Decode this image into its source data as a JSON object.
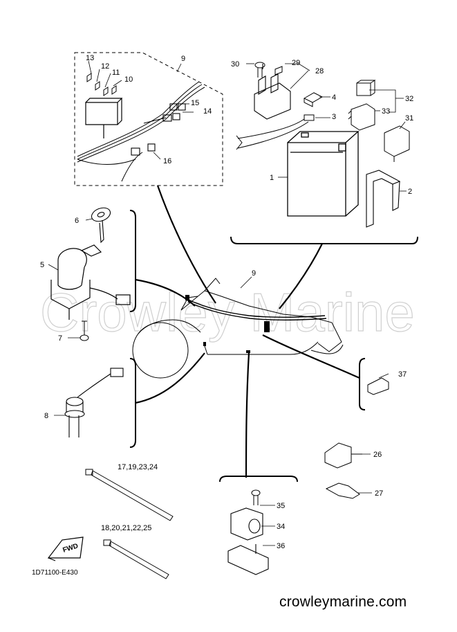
{
  "watermark": "Crowley Marine",
  "footer_site": "crowleymarine.com",
  "ref_code": "1D71100-E430",
  "fwd_label": "FWD",
  "callouts": [
    {
      "id": "c1",
      "text": "1"
    },
    {
      "id": "c2",
      "text": "2"
    },
    {
      "id": "c3",
      "text": "3"
    },
    {
      "id": "c4",
      "text": "4"
    },
    {
      "id": "c5",
      "text": "5"
    },
    {
      "id": "c6",
      "text": "6"
    },
    {
      "id": "c7",
      "text": "7"
    },
    {
      "id": "c8",
      "text": "8"
    },
    {
      "id": "c9a",
      "text": "9"
    },
    {
      "id": "c9b",
      "text": "9"
    },
    {
      "id": "c10",
      "text": "10"
    },
    {
      "id": "c11",
      "text": "11"
    },
    {
      "id": "c12",
      "text": "12"
    },
    {
      "id": "c13",
      "text": "13"
    },
    {
      "id": "c14",
      "text": "14"
    },
    {
      "id": "c15",
      "text": "15"
    },
    {
      "id": "c16",
      "text": "16"
    },
    {
      "id": "c17",
      "text": "17,19,23,24"
    },
    {
      "id": "c18",
      "text": "18,20,21,22,25"
    },
    {
      "id": "c26",
      "text": "26"
    },
    {
      "id": "c27",
      "text": "27"
    },
    {
      "id": "c28",
      "text": "28"
    },
    {
      "id": "c29",
      "text": "29"
    },
    {
      "id": "c30",
      "text": "30"
    },
    {
      "id": "c31",
      "text": "31"
    },
    {
      "id": "c32",
      "text": "32"
    },
    {
      "id": "c33",
      "text": "33"
    },
    {
      "id": "c34",
      "text": "34"
    },
    {
      "id": "c35",
      "text": "35"
    },
    {
      "id": "c36",
      "text": "36"
    },
    {
      "id": "c37",
      "text": "37"
    }
  ]
}
